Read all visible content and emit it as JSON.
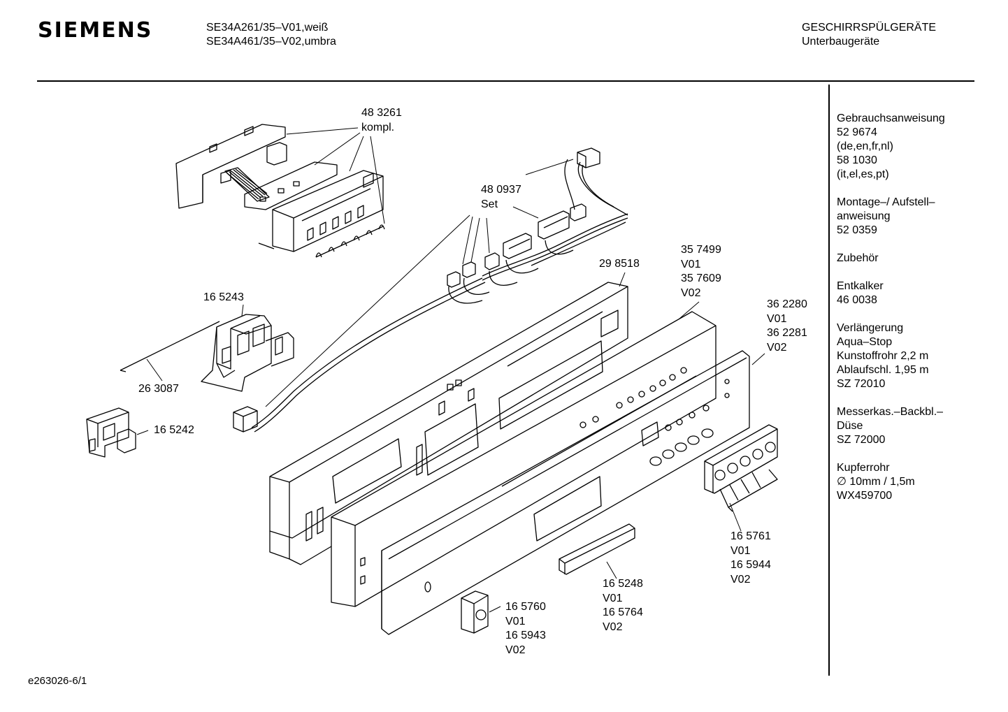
{
  "header": {
    "brand": "SIEMENS",
    "models": [
      "SE34A261/35–V01,weiß",
      "SE34A461/35–V02,umbra"
    ],
    "category": [
      "GESCHIRRSPÜLGERÄTE",
      "Unterbaugeräte"
    ]
  },
  "parts": [
    {
      "id": "p483261",
      "lines": [
        "48 3261",
        "kompl."
      ]
    },
    {
      "id": "p480937",
      "lines": [
        "48 0937",
        "Set"
      ]
    },
    {
      "id": "p298518",
      "lines": [
        "29 8518"
      ]
    },
    {
      "id": "p357499",
      "lines": [
        "35 7499",
        "V01",
        "35 7609",
        "V02"
      ]
    },
    {
      "id": "p362280",
      "lines": [
        "36 2280",
        "V01",
        "36 2281",
        "V02"
      ]
    },
    {
      "id": "p165243",
      "lines": [
        "16 5243"
      ]
    },
    {
      "id": "p263087",
      "lines": [
        "26 3087"
      ]
    },
    {
      "id": "p165242",
      "lines": [
        "16 5242"
      ]
    },
    {
      "id": "p165761",
      "lines": [
        "16 5761",
        "V01",
        "16 5944",
        "V02"
      ]
    },
    {
      "id": "p165248",
      "lines": [
        "16 5248",
        "V01",
        "16 5764",
        "V02"
      ]
    },
    {
      "id": "p165760",
      "lines": [
        "16 5760",
        "V01",
        "16 5943",
        "V02"
      ]
    }
  ],
  "sidebar": [
    [
      "Gebrauchsanweisung",
      "52 9674",
      "(de,en,fr,nl)",
      "58 1030",
      "(it,el,es,pt)"
    ],
    [
      "Montage–/ Aufstell–",
      "anweisung",
      "52 0359"
    ],
    [
      "Zubehör"
    ],
    [
      "Entkalker",
      "46 0038"
    ],
    [
      "Verlängerung",
      "Aqua–Stop",
      "Kunstoffrohr 2,2 m",
      "Ablaufschl. 1,95 m",
      "SZ 72010"
    ],
    [
      "Messerkas.–Backbl.–",
      "Düse",
      "SZ 72000"
    ],
    [
      "Kupferrohr",
      "∅ 10mm / 1,5m",
      "WX459700"
    ]
  ],
  "footer": "e263026-6/1"
}
